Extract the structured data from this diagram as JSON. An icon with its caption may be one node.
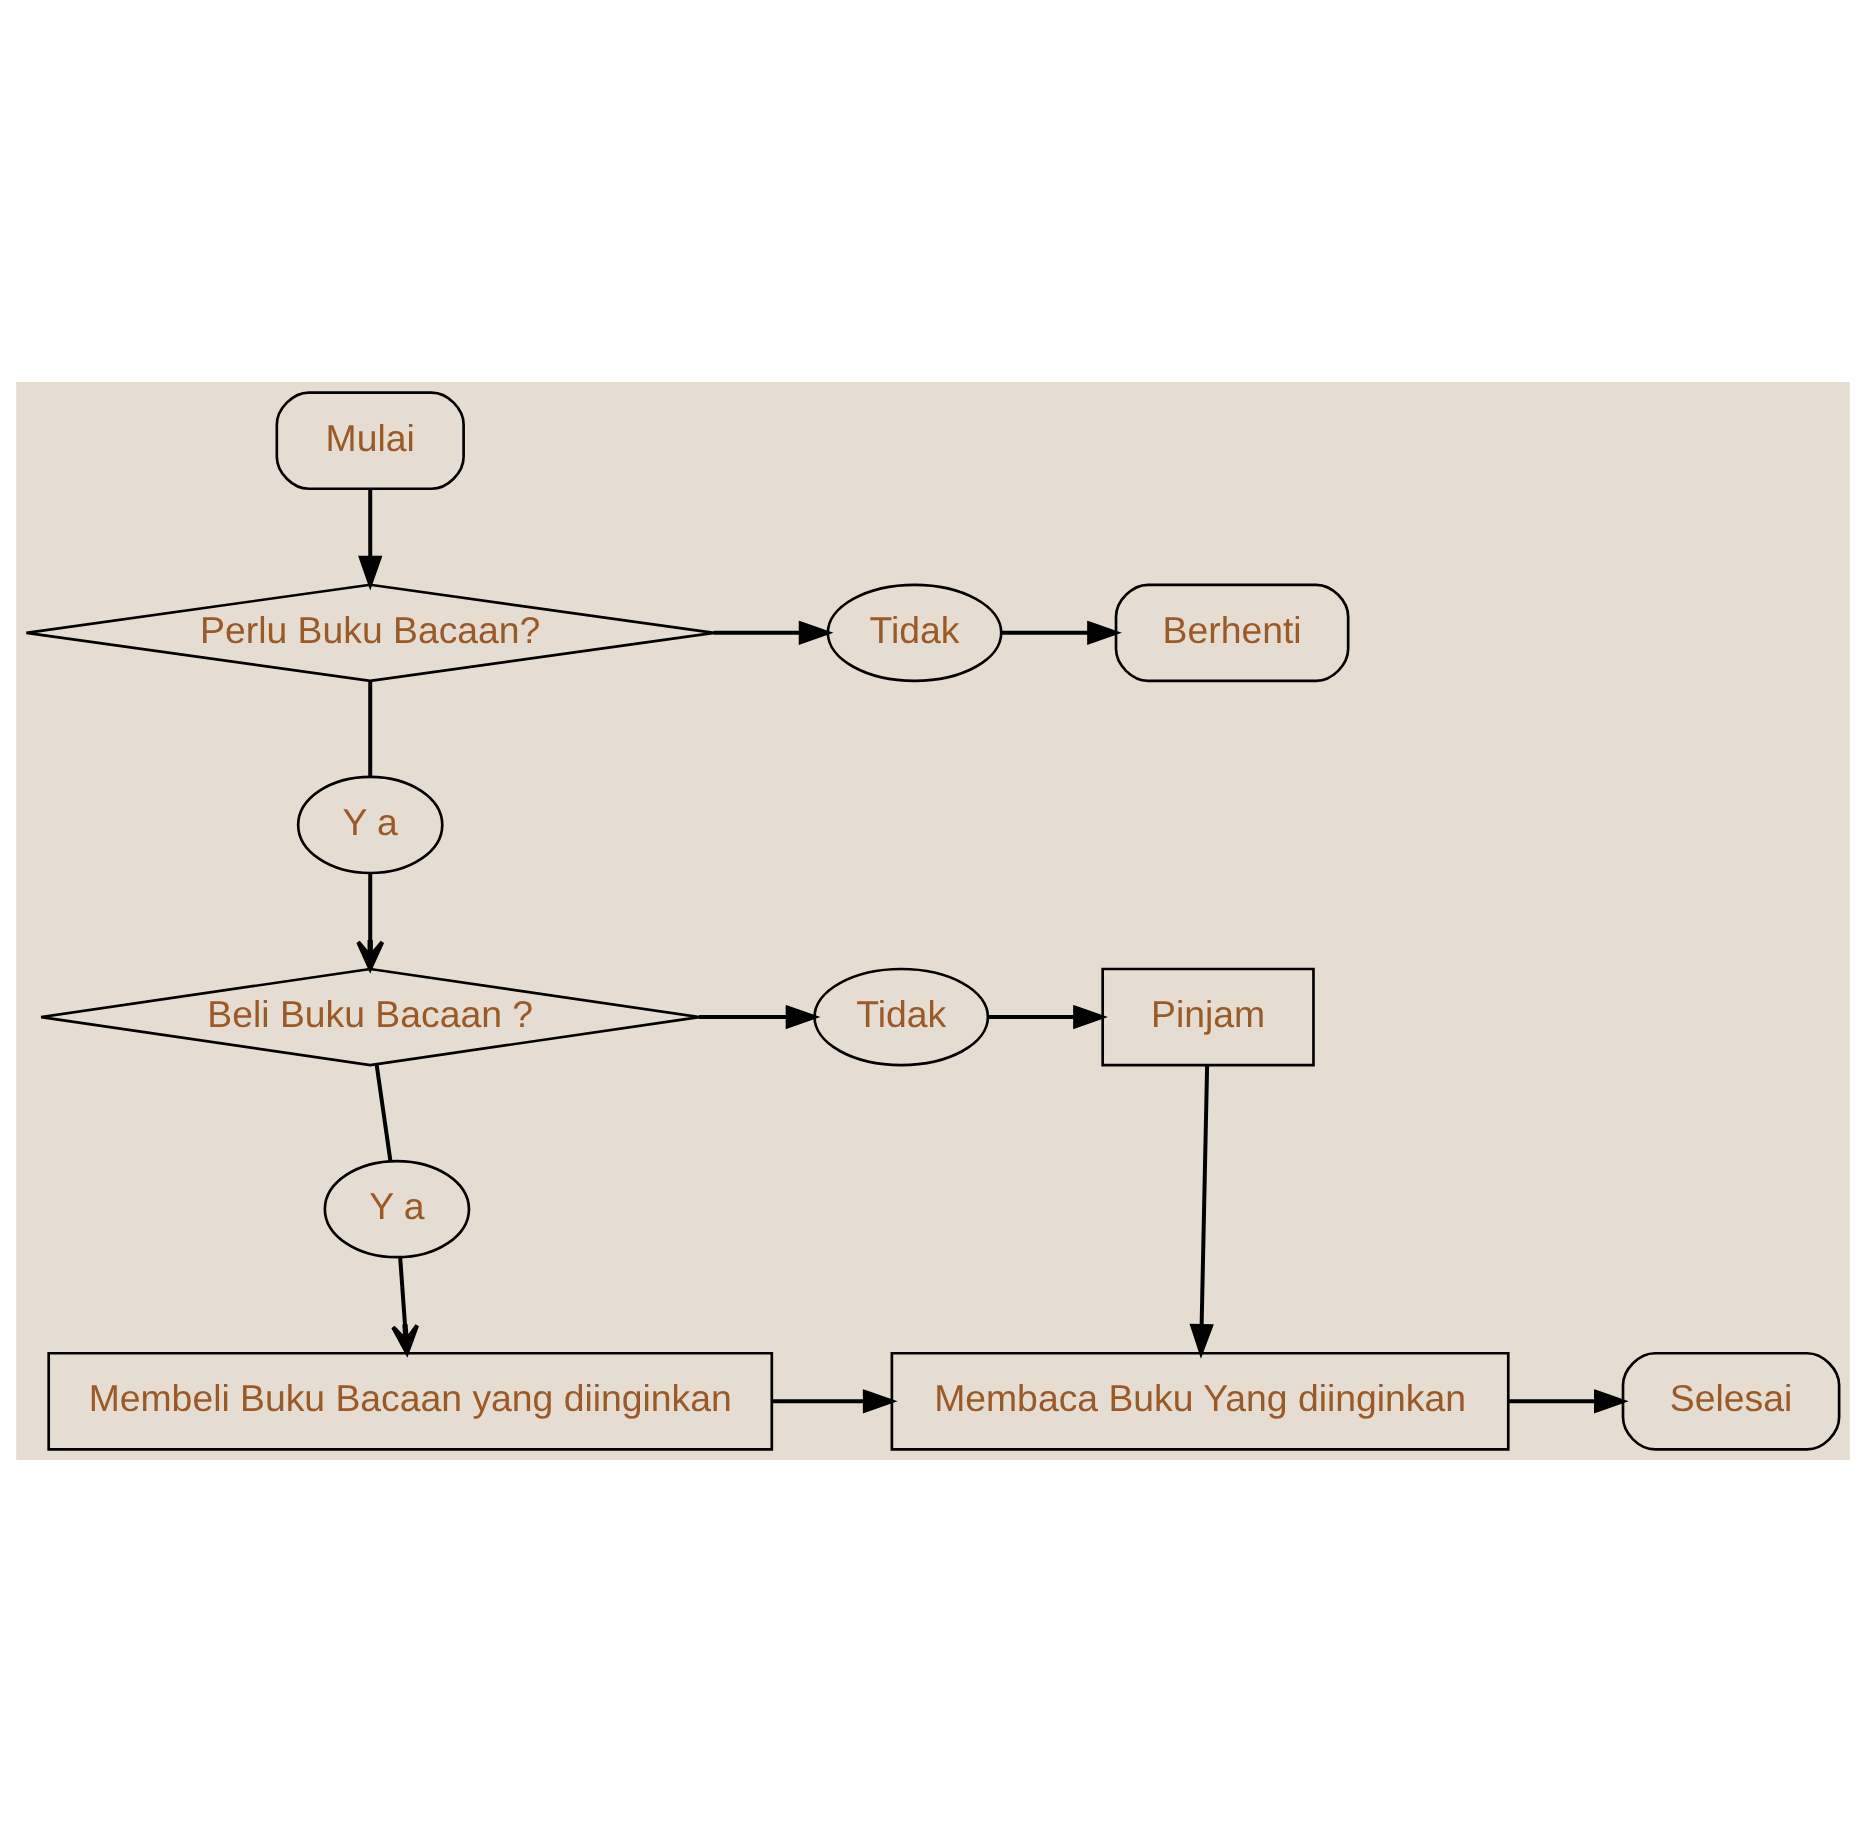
{
  "diagram": {
    "nodes": [
      {
        "text": [
          "Mulai"
        ]
      },
      {
        "text": [
          "Perlu Buku Bacaan?"
        ]
      },
      {
        "text": [
          "Tidak"
        ]
      },
      {
        "text": [
          "Berhenti"
        ]
      },
      {
        "text": [
          "Y a"
        ]
      },
      {
        "text": [
          "Beli Buku Bacaan ?"
        ]
      },
      {
        "text": [
          "Tidak"
        ]
      },
      {
        "text": [
          "Pinjam"
        ]
      },
      {
        "text": [
          "Y a"
        ]
      },
      {
        "text": [
          "Membeli Buku Bacaan yang diinginkan"
        ]
      },
      {
        "text": [
          "Membaca Buku Yang diinginkan"
        ]
      },
      {
        "text": [
          "Selesai"
        ]
      }
    ],
    "edges": [
      {
        "from": 0,
        "to": 1,
        "arrow": "to"
      },
      {
        "from": 1,
        "to": 2,
        "arrow": "to"
      },
      {
        "from": 2,
        "to": 3,
        "arrow": "to"
      },
      {
        "from": 1,
        "to": 4,
        "arrow": "none"
      },
      {
        "from": 4,
        "to": 5,
        "arrow": "to"
      },
      {
        "from": 5,
        "to": 6,
        "arrow": "to"
      },
      {
        "from": 6,
        "to": 7,
        "arrow": "to"
      },
      {
        "from": 5,
        "to": 8,
        "arrow": "none"
      },
      {
        "from": 8,
        "to": 9,
        "arrow": "to"
      },
      {
        "from": 9,
        "to": 10,
        "arrow": "to"
      },
      {
        "from": 7,
        "to": 10,
        "arrow": "to"
      },
      {
        "from": 10,
        "to": 11,
        "arrow": "to"
      }
    ]
  }
}
